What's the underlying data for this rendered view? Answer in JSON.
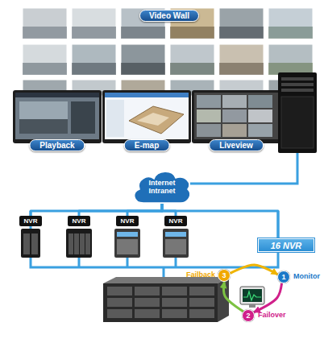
{
  "diagram": {
    "nodes": [
      {
        "text": [
          "Video Wall"
        ]
      },
      {
        "text": [
          "Playback"
        ]
      },
      {
        "text": [
          "E-map"
        ]
      },
      {
        "text": [
          "Liveview"
        ]
      },
      {
        "text": [
          "Internet Intranet"
        ]
      },
      {
        "text": [
          "NVR"
        ]
      },
      {
        "text": [
          "NVR"
        ]
      },
      {
        "text": [
          "NVR"
        ]
      },
      {
        "text": [
          "NVR"
        ]
      },
      {
        "text": [
          "16 NVR"
        ]
      },
      {
        "text": [
          "3",
          "Failback"
        ]
      },
      {
        "text": [
          "1",
          "Monitor"
        ]
      },
      {
        "text": [
          "2",
          "Failover"
        ]
      }
    ],
    "edges": [
      {
        "from": 4,
        "to": 5,
        "arrow": "none"
      },
      {
        "from": 4,
        "to": 6,
        "arrow": "none"
      },
      {
        "from": 4,
        "to": 7,
        "arrow": "none"
      },
      {
        "from": 4,
        "to": 8,
        "arrow": "none"
      },
      {
        "from": 4,
        "to": 9,
        "arrow": "none"
      },
      {
        "from": 11,
        "to": 12,
        "arrow": "to"
      },
      {
        "from": 12,
        "to": 10,
        "arrow": "to"
      },
      {
        "from": 10,
        "to": 11,
        "arrow": "to"
      }
    ]
  }
}
